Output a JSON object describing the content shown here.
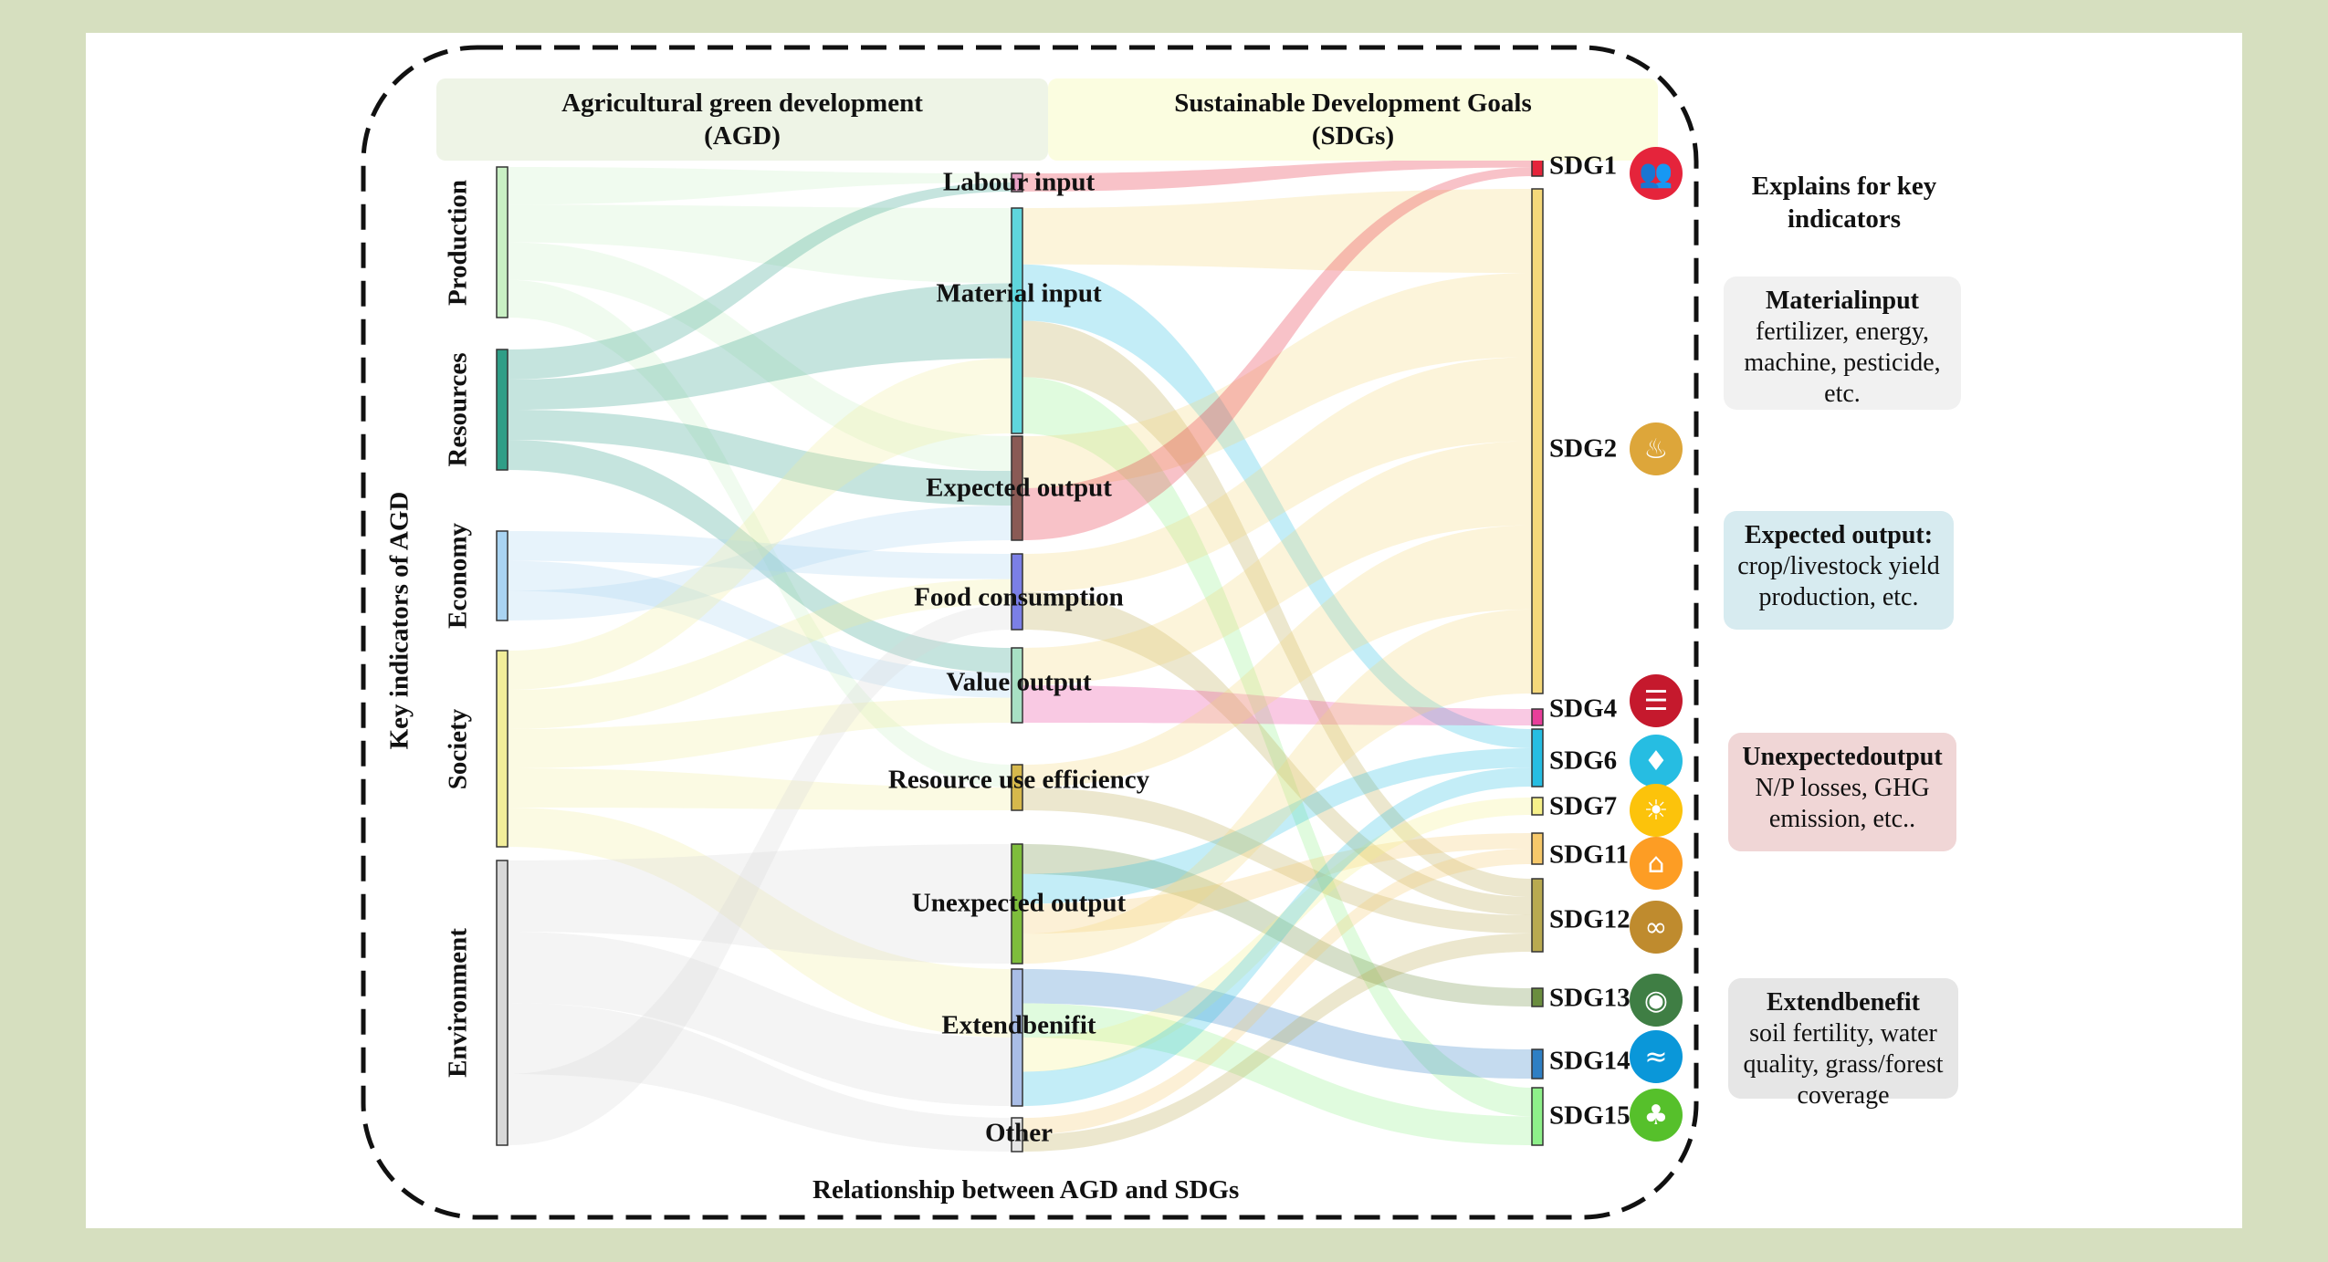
{
  "header": {
    "agd": "Agricultural green development\n(AGD)",
    "sdgs": "Sustainable Development Goals\n(SDGs)"
  },
  "y_axis_title": "Key indicators of AGD",
  "footer": "Relationship between AGD and SDGs",
  "left_nodes": [
    {
      "id": "production",
      "label": "Production",
      "color": "#c9f0c4"
    },
    {
      "id": "resources",
      "label": "Resources",
      "color": "#2f9e87"
    },
    {
      "id": "economy",
      "label": "Economy",
      "color": "#a9d4f2"
    },
    {
      "id": "society",
      "label": "Society",
      "color": "#f2ee9a"
    },
    {
      "id": "environment",
      "label": "Environment",
      "color": "#d8d8d8"
    }
  ],
  "middle_nodes": [
    {
      "id": "labour",
      "label": "Labour input",
      "color": "#e8a2c6"
    },
    {
      "id": "material",
      "label": "Material  input",
      "color": "#5fd6dc"
    },
    {
      "id": "expected",
      "label": "Expected output",
      "color": "#8a5a55"
    },
    {
      "id": "food",
      "label": "Food consumption",
      "color": "#7b7fe6"
    },
    {
      "id": "value",
      "label": "Value output",
      "color": "#a8e0c4"
    },
    {
      "id": "rue",
      "label": "Resource use efficiency",
      "color": "#d6b84c"
    },
    {
      "id": "unexpected",
      "label": "Unexpected output",
      "color": "#7ebd3c"
    },
    {
      "id": "extend",
      "label": "Extendbenifit",
      "color": "#a9bde6"
    },
    {
      "id": "other",
      "label": "Other",
      "color": "#e6e6e6"
    }
  ],
  "sdg_nodes": [
    {
      "id": "sdg1",
      "label": "SDG1",
      "color": "#e5243b"
    },
    {
      "id": "sdg2",
      "label": "SDG2",
      "color": "#f5d87a",
      "icon_color": "#dda63a"
    },
    {
      "id": "sdg4",
      "label": "SDG4",
      "color": "#e83e9a",
      "icon_color": "#c5192d"
    },
    {
      "id": "sdg6",
      "label": "SDG6",
      "color": "#26bde2"
    },
    {
      "id": "sdg7",
      "label": "SDG7",
      "color": "#f6f08a",
      "icon_color": "#fcc30b"
    },
    {
      "id": "sdg11",
      "label": "SDG11",
      "color": "#f6c86a",
      "icon_color": "#fd9d24"
    },
    {
      "id": "sdg12",
      "label": "SDG12",
      "color": "#b9aa50",
      "icon_color": "#bf8b2e"
    },
    {
      "id": "sdg13",
      "label": "SDG13",
      "color": "#6a8d3e",
      "icon_color": "#3f7e44"
    },
    {
      "id": "sdg14",
      "label": "SDG14",
      "color": "#2e7fc4",
      "icon_color": "#0a97d9"
    },
    {
      "id": "sdg15",
      "label": "SDG15",
      "color": "#8ef08a",
      "icon_color": "#56c02b"
    }
  ],
  "icons": {
    "sdg1": "people-icon",
    "sdg2": "bowl-icon",
    "sdg4": "book-icon",
    "sdg6": "water-drop-icon",
    "sdg7": "sun-icon",
    "sdg11": "city-icon",
    "sdg12": "infinity-icon",
    "sdg13": "globe-eye-icon",
    "sdg14": "fish-icon",
    "sdg15": "tree-icon"
  },
  "explains": {
    "title": "Explains for key\nindicators",
    "boxes": [
      {
        "id": "material",
        "title": "Materialinput",
        "body": "fertilizer, energy,\nmachine, pesticide,\netc.",
        "bg": "#f1f1f1"
      },
      {
        "id": "expected",
        "title": "Expected  output:",
        "body": "crop/livestock yield\nproduction, etc.",
        "bg": "#d7ebf0"
      },
      {
        "id": "unexpected",
        "title": "Unexpectedoutput",
        "body": "N/P losses, GHG\nemission, etc..",
        "bg": "#f0d6d6"
      },
      {
        "id": "extend",
        "title": "Extendbenefit",
        "body": "soil fertility, water\nquality, grass/forest\ncoverage",
        "bg": "#e6e6e6"
      }
    ]
  },
  "chart_data": {
    "type": "sankey",
    "links_left_to_middle": [
      [
        "production",
        "labour"
      ],
      [
        "production",
        "material"
      ],
      [
        "production",
        "expected"
      ],
      [
        "production",
        "rue"
      ],
      [
        "resources",
        "labour"
      ],
      [
        "resources",
        "material"
      ],
      [
        "resources",
        "expected"
      ],
      [
        "resources",
        "value"
      ],
      [
        "economy",
        "food"
      ],
      [
        "economy",
        "value"
      ],
      [
        "economy",
        "expected"
      ],
      [
        "society",
        "material"
      ],
      [
        "society",
        "food"
      ],
      [
        "society",
        "value"
      ],
      [
        "society",
        "rue"
      ],
      [
        "society",
        "extend"
      ],
      [
        "environment",
        "unexpected"
      ],
      [
        "environment",
        "extend"
      ],
      [
        "environment",
        "other"
      ],
      [
        "environment",
        "food"
      ]
    ],
    "links_middle_to_sdg": [
      [
        "labour",
        "sdg1"
      ],
      [
        "material",
        "sdg2"
      ],
      [
        "material",
        "sdg6"
      ],
      [
        "material",
        "sdg12"
      ],
      [
        "material",
        "sdg15"
      ],
      [
        "expected",
        "sdg2"
      ],
      [
        "expected",
        "sdg1"
      ],
      [
        "food",
        "sdg2"
      ],
      [
        "food",
        "sdg12"
      ],
      [
        "value",
        "sdg2"
      ],
      [
        "value",
        "sdg4"
      ],
      [
        "rue",
        "sdg2"
      ],
      [
        "rue",
        "sdg12"
      ],
      [
        "unexpected",
        "sdg13"
      ],
      [
        "unexpected",
        "sdg6"
      ],
      [
        "unexpected",
        "sdg11"
      ],
      [
        "unexpected",
        "sdg2"
      ],
      [
        "extend",
        "sdg14"
      ],
      [
        "extend",
        "sdg15"
      ],
      [
        "extend",
        "sdg7"
      ],
      [
        "extend",
        "sdg6"
      ],
      [
        "other",
        "sdg11"
      ],
      [
        "other",
        "sdg12"
      ]
    ]
  }
}
